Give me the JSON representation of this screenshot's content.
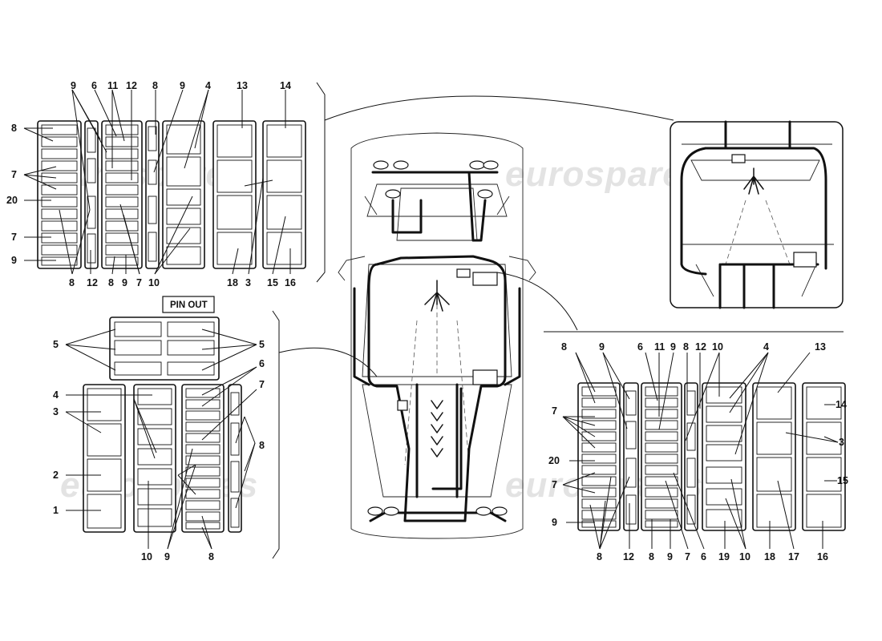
{
  "watermark": "eurospares",
  "pin_out_label": "PIN OUT",
  "callouts": {
    "tl_top": [
      "9",
      "6",
      "11",
      "12",
      "8",
      "9",
      "4",
      "13",
      "14"
    ],
    "tl_left": [
      "8",
      "7",
      "20",
      "7",
      "9"
    ],
    "tl_bottom": [
      "8",
      "12",
      "8",
      "9",
      "7",
      "10",
      "18",
      "3",
      "15",
      "16"
    ],
    "bl_left": [
      "5",
      "4",
      "3",
      "2",
      "1"
    ],
    "bl_right": [
      "5",
      "6",
      "7",
      "8"
    ],
    "bl_bottom": [
      "10",
      "9",
      "8"
    ],
    "br_top": [
      "8",
      "9",
      "6",
      "11",
      "9",
      "12",
      "10",
      "4",
      "13",
      "14"
    ],
    "br_left": [
      "7",
      "20",
      "7",
      "9"
    ],
    "br_right": [
      "3",
      "15",
      "16"
    ],
    "br_mid": [
      "8"
    ],
    "br_bottom": [
      "8",
      "12",
      "8",
      "9",
      "7",
      "6",
      "19",
      "10",
      "18",
      "17",
      "16"
    ]
  }
}
